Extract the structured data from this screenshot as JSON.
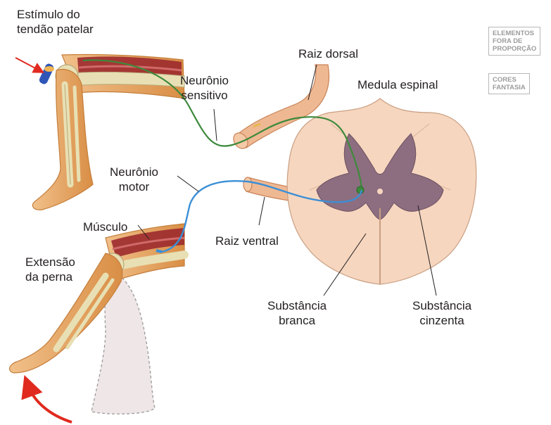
{
  "labels": {
    "stimulus": [
      "Estímulo do",
      "tendão patelar"
    ],
    "dorsal_root": "Raiz dorsal",
    "sensory_neuron": [
      "Neurônio",
      "sensitivo"
    ],
    "spinal_cord": "Medula espinal",
    "motor_neuron": [
      "Neurônio",
      "motor"
    ],
    "muscle": "Músculo",
    "ventral_root": "Raiz ventral",
    "leg_extension": [
      "Extensão",
      "da perna"
    ],
    "white_matter": [
      "Substância",
      "branca"
    ],
    "gray_matter": [
      "Substância",
      "cinzenta"
    ]
  },
  "badges": {
    "scale": [
      "ELEMENTOS",
      "FORA DE",
      "PROPORÇÃO"
    ],
    "colors": [
      "CORES",
      "FANTASIA"
    ]
  },
  "colors": {
    "sensory": "#3d8a3c",
    "motor": "#3b8fd6",
    "white_matter": "#f6d6bf",
    "gray_matter": "#8d6e80",
    "skin": "#e7a865",
    "bone": "#e8e0b4",
    "muscle": "#9c2a2e",
    "arrow": "#e02a1f"
  }
}
